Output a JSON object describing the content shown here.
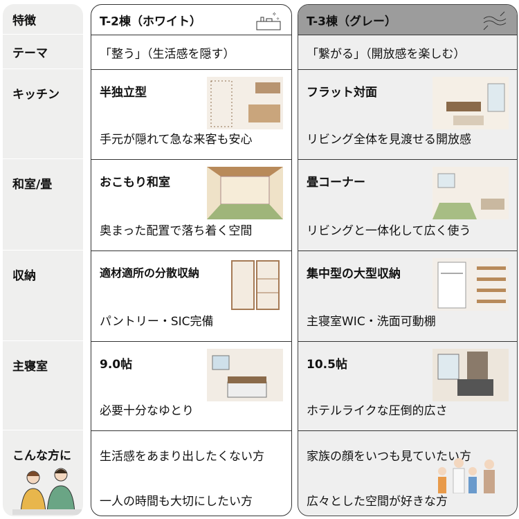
{
  "features": {
    "header": "特徴",
    "rows": [
      "テーマ",
      "キッチン",
      "和室/畳",
      "収納",
      "主寝室",
      "こんな方に"
    ]
  },
  "t2": {
    "title": "T-2棟（ホワイト）",
    "theme": "「整う」（生活感を隠す）",
    "kitchen": {
      "head": "半独立型",
      "desc": "手元が隠れて急な来客も安心"
    },
    "washitsu": {
      "head": "おこもり和室",
      "desc": "奥まった配置で落ち着く空間"
    },
    "storage": {
      "head": "適材適所の分散収納",
      "desc": "パントリー・SIC完備"
    },
    "bedroom": {
      "head": "9.0帖",
      "desc": "必要十分なゆとり"
    },
    "for": [
      "生活感をあまり出したくない方",
      "一人の時間も大切にしたい方"
    ]
  },
  "t3": {
    "title": "T-3棟（グレー）",
    "theme": "「繋がる」（開放感を楽しむ）",
    "kitchen": {
      "head": "フラット対面",
      "desc": "リビング全体を見渡せる開放感"
    },
    "washitsu": {
      "head": "畳コーナー",
      "desc": "リビングと一体化して広く使う"
    },
    "storage": {
      "head": "集中型の大型収納",
      "desc": "主寝室WIC・洗面可動棚"
    },
    "bedroom": {
      "head": "10.5帖",
      "desc": "ホテルライクな圧倒的広さ"
    },
    "for": [
      "家族の顔をいつも見ていたい方",
      "広々とした空間が好きな方"
    ]
  },
  "colors": {
    "t3_header": "#9c9c9c",
    "panel": "#efefef",
    "wood": "#c9a57c"
  }
}
